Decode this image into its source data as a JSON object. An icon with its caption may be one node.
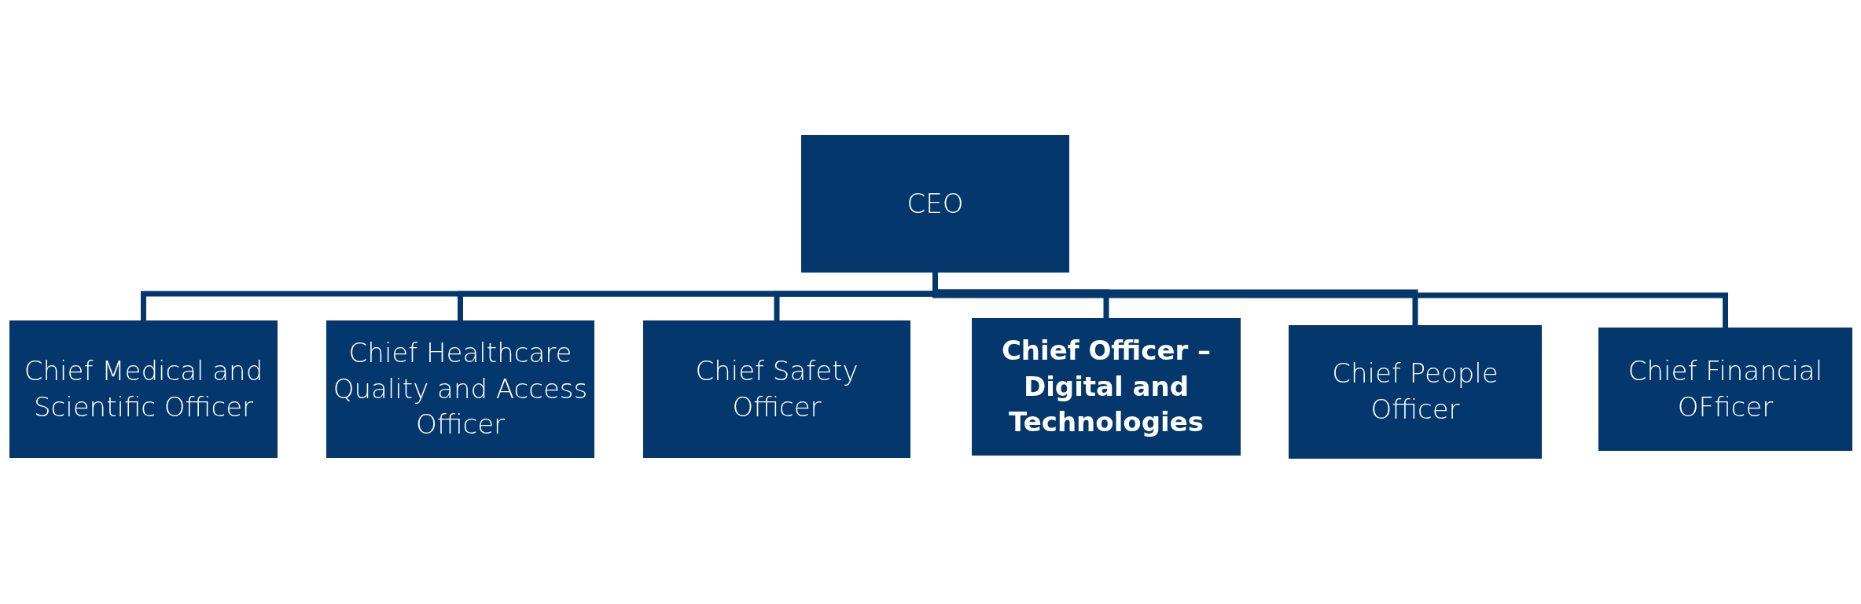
{
  "diagram": {
    "nodes": [
      {
        "text": [
          "CEO"
        ]
      },
      {
        "text": [
          "Chief Medical and Scientific Officer"
        ]
      },
      {
        "text": [
          "Chief Healthcare Quality and Access Officer"
        ]
      },
      {
        "text": [
          "Chief Safety Officer"
        ]
      },
      {
        "text": [
          "Chief Officer – Digital and Technologies"
        ]
      },
      {
        "text": [
          "Chief People Officer"
        ]
      },
      {
        "text": [
          "Chief Financial OFficer"
        ]
      }
    ],
    "edges": [
      {
        "from": 0,
        "to": 1,
        "arrow": "none"
      },
      {
        "from": 0,
        "to": 2,
        "arrow": "none"
      },
      {
        "from": 0,
        "to": 3,
        "arrow": "none"
      },
      {
        "from": 0,
        "to": 4,
        "arrow": "none"
      },
      {
        "from": 0,
        "to": 5,
        "arrow": "none"
      },
      {
        "from": 0,
        "to": 6,
        "arrow": "none"
      }
    ]
  }
}
